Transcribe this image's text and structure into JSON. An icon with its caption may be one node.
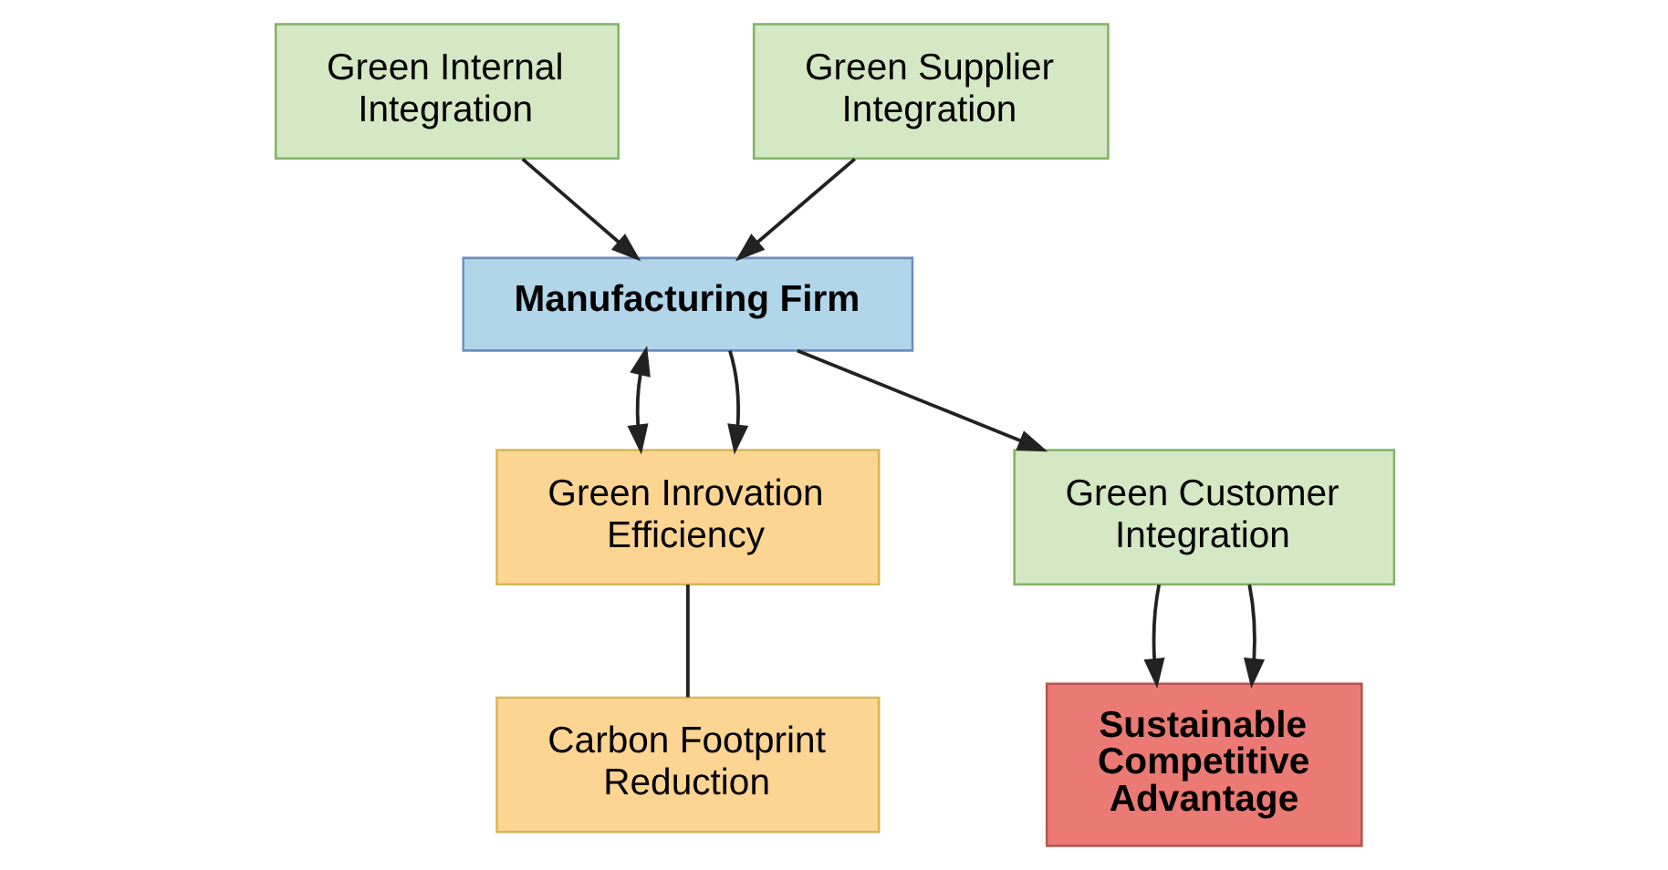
{
  "diagram": {
    "nodes": [
      {
        "text": [
          "Green Internal Integration"
        ]
      },
      {
        "text": [
          "Green Supplier Integration"
        ]
      },
      {
        "text": [
          "Manufacturing Firm"
        ]
      },
      {
        "text": [
          "Green Inrovation Efficiency"
        ]
      },
      {
        "text": [
          "Carbon Footprint Reduction"
        ]
      },
      {
        "text": [
          "Green Customer Integration"
        ]
      },
      {
        "text": [
          "Sustainable Competitive Advantage"
        ]
      }
    ],
    "edges": [
      {
        "from": 0,
        "to": 2,
        "arrow": "to"
      },
      {
        "from": 1,
        "to": 2,
        "arrow": "to"
      },
      {
        "from": 2,
        "to": 3,
        "arrow": "both"
      },
      {
        "from": 2,
        "to": 3,
        "arrow": "to"
      },
      {
        "from": 3,
        "to": 4,
        "arrow": "none"
      },
      {
        "from": 2,
        "to": 5,
        "arrow": "to"
      },
      {
        "from": 5,
        "to": 6,
        "arrow": "to"
      },
      {
        "from": 5,
        "to": 6,
        "arrow": "to"
      }
    ]
  }
}
